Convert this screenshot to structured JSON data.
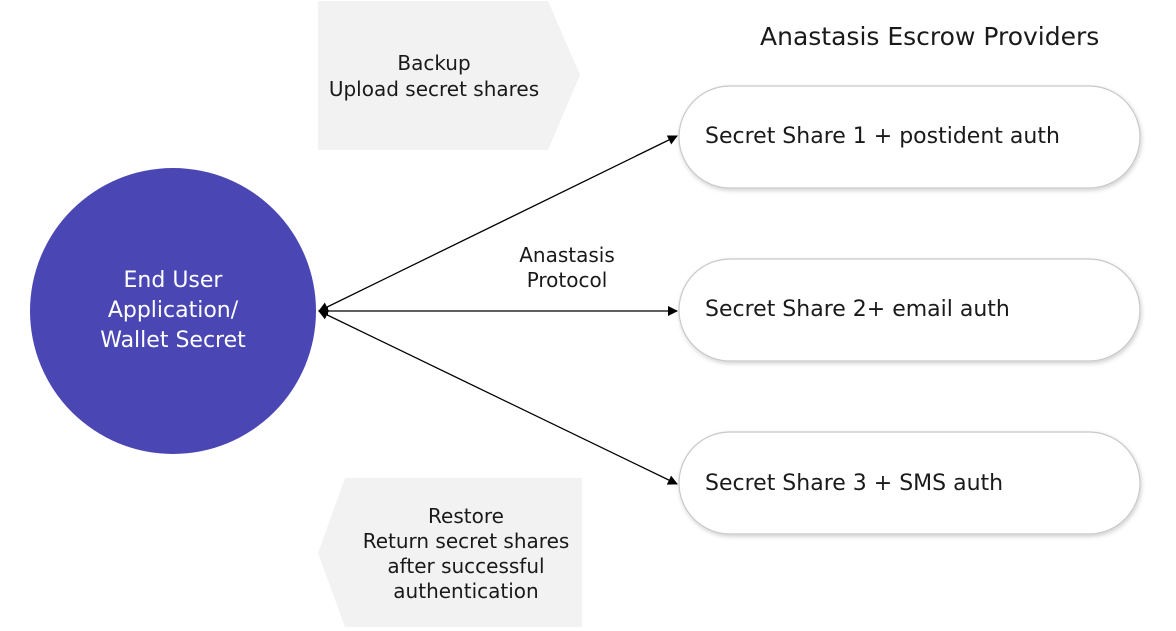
{
  "title": "Anastasis Escrow Providers",
  "backup": {
    "line1": "Backup",
    "line2": "Upload secret shares"
  },
  "restore": {
    "line1": "Restore",
    "line2": "Return secret shares",
    "line3": "after successful",
    "line4": "authentication"
  },
  "protocol": {
    "line1": "Anastasis",
    "line2": "Protocol"
  },
  "user_node": {
    "line1": "End User",
    "line2": "Application/",
    "line3": "Wallet Secret"
  },
  "providers": [
    {
      "label": "Secret Share 1 + postident auth"
    },
    {
      "label": "Secret Share 2+ email auth"
    },
    {
      "label": "Secret Share 3 + SMS auth"
    }
  ],
  "colors": {
    "circle_fill": "#4a47b5",
    "arrow_panel_fill": "#f2f2f2",
    "provider_border": "#c8c8c8",
    "line": "#000000"
  }
}
